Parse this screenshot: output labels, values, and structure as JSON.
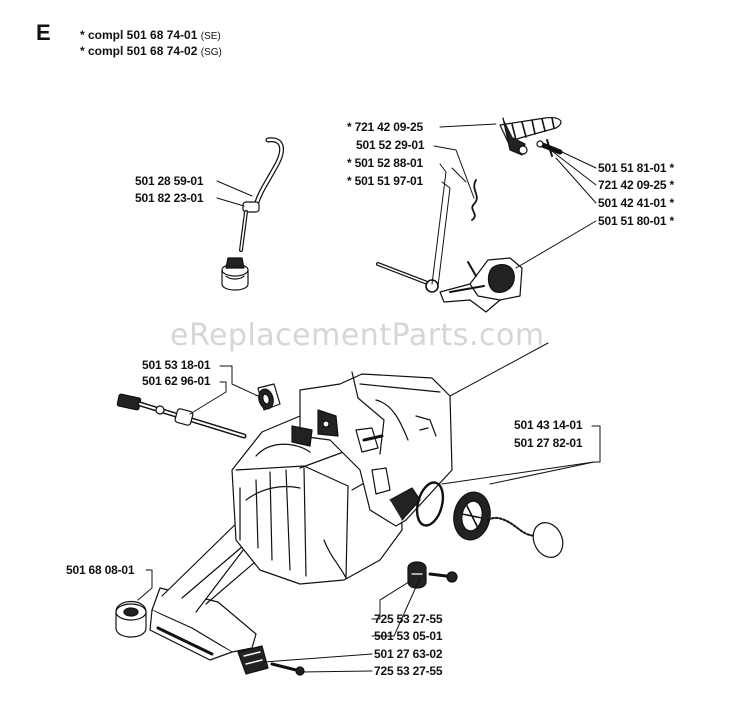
{
  "section_letter": "E",
  "assembly_notes": [
    {
      "text": "* compl 501 68 74-01",
      "suffix": "(SE)"
    },
    {
      "text": "* compl 501 68 74-02",
      "suffix": "(SG)"
    }
  ],
  "watermark": "eReplacementParts.com",
  "part_labels": {
    "p_721420925_a": "* 721 42 09-25",
    "p_501522901": "501 52 29-01",
    "p_501528801": "* 501 52 88-01",
    "p_501519701": "* 501 51 97-01",
    "p_501518101": "501 51 81-01 *",
    "p_721420925_b": "721 42 09-25 *",
    "p_501424101": "501 42 41-01 *",
    "p_501518001": "501 51 80-01 *",
    "p_501285901": "501 28 59-01",
    "p_501822301": "501 82 23-01",
    "p_501531801": "501 53 18-01",
    "p_501629601": "501 62 96-01",
    "p_501431401": "501 43 14-01",
    "p_501278201": "501 27 82-01",
    "p_501680801": "501 68 08-01",
    "p_725532755_a": "725 53 27-55",
    "p_501530501": "501 53 05-01",
    "p_501276302": "501 27 63-02",
    "p_725532755_b": "725 53 27-55"
  },
  "colors": {
    "ink": "#111111",
    "paper": "#ffffff",
    "watermark": "#d6d6d6"
  }
}
